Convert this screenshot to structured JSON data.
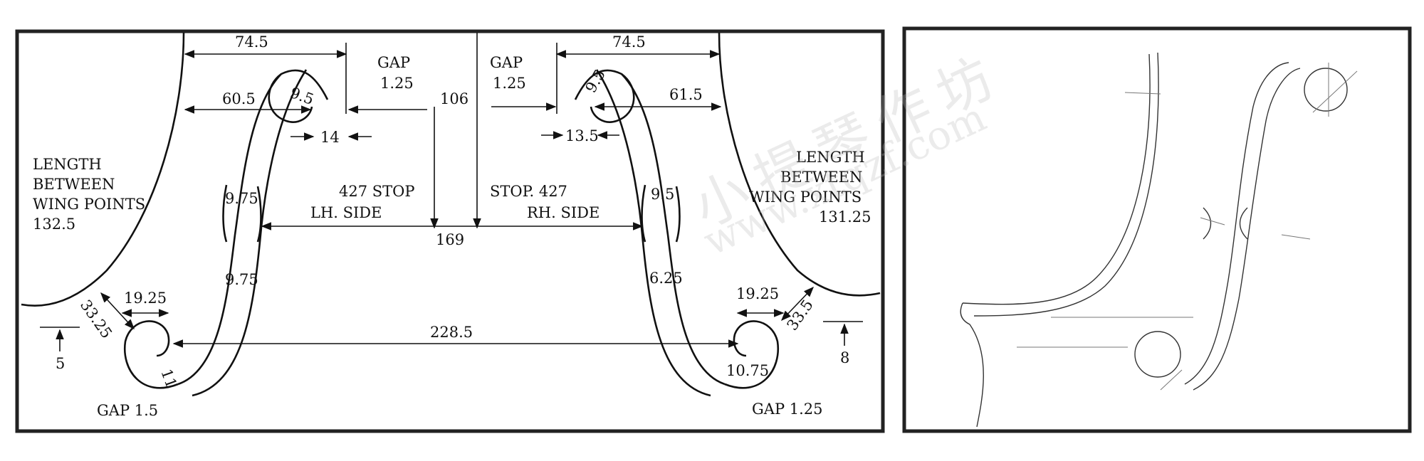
{
  "diagram": {
    "gap_top_left": "GAP",
    "gap_top_left_value": "1.25",
    "gap_top_right": "GAP",
    "gap_top_right_value": "1.25",
    "dim_top_left_width": "74.5",
    "dim_top_right_width": "74.5",
    "dim_left_inner": "60.5",
    "dim_right_inner": "61.5",
    "dim_center": "106",
    "dim_left_eye": "14",
    "dim_right_eye": "13.5",
    "dim_left_eye_diag": "9.5",
    "dim_right_eye_diag": "9.5",
    "left_length_line1": "LENGTH",
    "left_length_line2": "BETWEEN",
    "left_length_line3": "WING POINTS",
    "left_length_value": "132.5",
    "right_length_line1": "LENGTH",
    "right_length_line2": "BETWEEN",
    "right_length_line3": "WING POINTS",
    "right_length_value": "131.25",
    "left_stop": "427 STOP",
    "left_side": "LH. SIDE",
    "right_stop": "STOP. 427",
    "right_side": "RH. SIDE",
    "dim_between_notches": "169",
    "dim_left_notch_upper": "9.75",
    "dim_left_notch_lower": "9.75",
    "dim_right_notch_upper": "9.5",
    "dim_right_notch_lower": "6.25",
    "dim_left_bottom_eye": "19.25",
    "dim_right_bottom_eye": "19.25",
    "dim_left_diag": "33.25",
    "dim_right_diag": "33.5",
    "dim_between_bottom_eyes": "228.5",
    "dim_left_wing": "11",
    "dim_right_wing": "10.75",
    "gap_bottom_left": "GAP 1.5",
    "gap_bottom_right": "GAP 1.25",
    "left_offset": "5",
    "right_offset": "8"
  },
  "watermark": {
    "chars": "小提琴作坊",
    "url": "www.xtqzf.com"
  }
}
